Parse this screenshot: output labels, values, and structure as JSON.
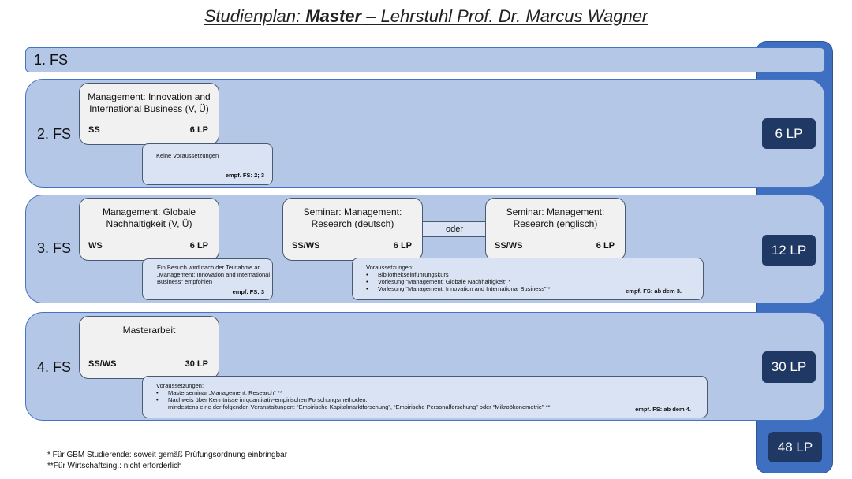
{
  "title": {
    "prefix": "Studienplan: ",
    "bold": "Master",
    "suffix": " – Lehrstuhl Prof. Dr. Marcus Wagner"
  },
  "semesters": [
    {
      "label": "1. FS"
    },
    {
      "label": "2. FS",
      "lp": "6 LP"
    },
    {
      "label": "3. FS",
      "lp": "12 LP"
    },
    {
      "label": "4. FS",
      "lp": "30 LP"
    }
  ],
  "total_lp": "48 LP",
  "modules": {
    "innovation": {
      "name": "Management: Innovation and International Business (V, Ü)",
      "semester": "SS",
      "lp": "6 LP"
    },
    "globale": {
      "name": "Management: Globale Nachhaltigkeit (V, Ü)",
      "semester": "WS",
      "lp": "6 LP"
    },
    "research_de": {
      "name": "Seminar: Management: Research (deutsch)",
      "semester": "SS/WS",
      "lp": "6 LP"
    },
    "research_en": {
      "name": "Seminar: Management: Research (englisch)",
      "semester": "SS/WS",
      "lp": "6 LP"
    },
    "masterarbeit": {
      "name": "Masterarbeit",
      "semester": "SS/WS",
      "lp": "30 LP"
    }
  },
  "oder": "oder",
  "notes": {
    "innovation": {
      "text": "Keine Voraussetzungen",
      "empf": "empf. FS: 2; 3"
    },
    "globale": {
      "text": "Ein Besuch wird nach der Teilnahme an „Management: Innovation and International Business“ empfohlen",
      "empf": "empf. FS: 3"
    },
    "research": {
      "heading": "Voraussetzungen:",
      "items": [
        "Bibliothekseinführungskurs",
        "Vorlesung “Management: Globale Nachhaltigkeit” *",
        "Vorlesung “Management: Innovation and International Business” *"
      ],
      "empf": "empf. FS: ab dem 3."
    },
    "masterarbeit": {
      "heading": "Voraussetzungen:",
      "items": [
        "Masterseminar „Management: Research“ **",
        "Nachweis über Kenntnisse in quantitativ-empirischen Forschungsmethoden:"
      ],
      "continuation": "mindestens eine der folgenden Veranstaltungen: “Empirische Kapitalmarktforschung”, “Empirische Personalforschung” oder “Mikroökonometrie” **",
      "empf": "empf. FS: ab dem 4."
    }
  },
  "footnotes": [
    "* Für GBM Studierende:  soweit gemäß Prüfungsordnung einbringbar",
    "**Für  Wirtschaftsing.: nicht erforderlich"
  ]
}
